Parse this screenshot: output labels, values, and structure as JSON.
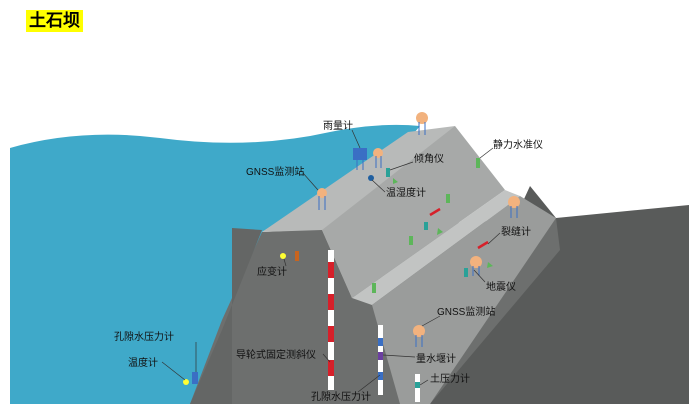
{
  "title": "土石坝",
  "colors": {
    "water": "#3fa9c9",
    "crest": "#b8bab9",
    "slope_light": "#a7a9a8",
    "dam_dark": "#6d6f6e",
    "ground": "#595b5a",
    "sensor_orange": "#f2b27e",
    "sensor_green": "#5db65a",
    "sensor_blue": "#3a6fc4",
    "crack_red": "#d6202a"
  },
  "labels": {
    "rain_gauge": "雨量计",
    "static_level": "静力水准仪",
    "tiltmeter": "倾角仪",
    "gnss_top": "GNSS监测站",
    "temp_humidity": "温湿度计",
    "crack_meter": "裂缝计",
    "strain_gauge": "应变计",
    "seismometer": "地震仪",
    "gnss_bottom": "GNSS监测站",
    "pore_pressure_left": "孔隙水压力计",
    "thermometer": "温度计",
    "inclinometer": "导轮式固定测斜仪",
    "weir_gauge": "量水堰计",
    "earth_pressure": "土压力计",
    "pore_pressure_bottom": "孔隙水压力计"
  }
}
